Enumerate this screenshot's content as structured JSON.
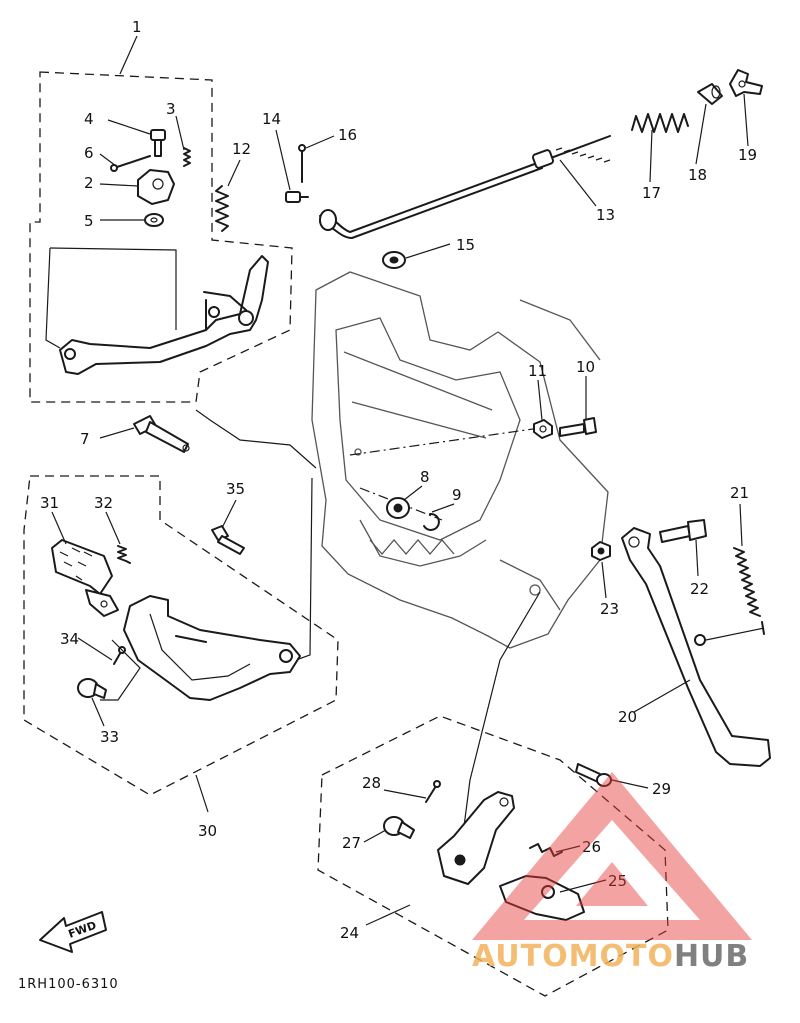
{
  "diagram": {
    "part_numbers": [
      "1",
      "2",
      "3",
      "4",
      "5",
      "6",
      "7",
      "8",
      "9",
      "10",
      "11",
      "12",
      "13",
      "14",
      "15",
      "16",
      "17",
      "18",
      "19",
      "20",
      "21",
      "22",
      "23",
      "24",
      "25",
      "26",
      "27",
      "28",
      "29",
      "30",
      "31",
      "32",
      "33",
      "34",
      "35"
    ],
    "direction_label": "FWD",
    "drawing_code": "1RH100-6310"
  },
  "watermark": {
    "text_part1": "AUTOMOTO",
    "text_part2": "HUB",
    "color_triangle": "#e83a3a",
    "color_text_light": "#f2b35c",
    "color_text_dark": "#6b6b6b"
  }
}
